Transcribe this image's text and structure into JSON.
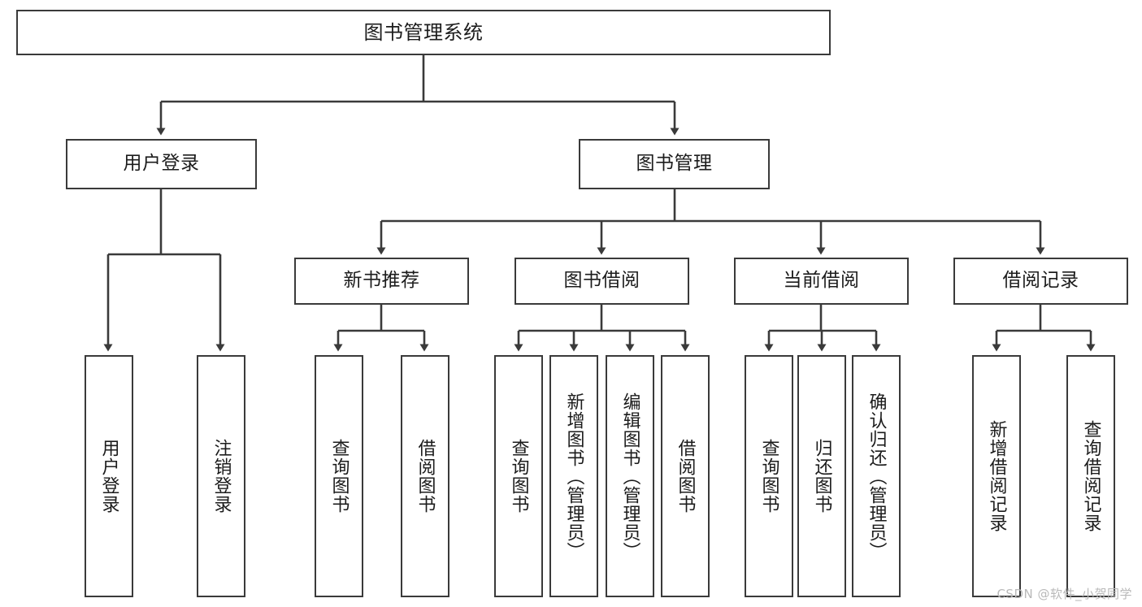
{
  "diagram": {
    "title": "图书管理系统",
    "watermark": "CSDN @软件_小贺同学",
    "colors": {
      "border": "#3a3a3a",
      "connector": "#3a3a3a",
      "background": "#ffffff",
      "text": "#1c1c1c",
      "watermark": "#b9b9b9"
    },
    "root": {
      "label": "图书管理系统"
    },
    "level2": [
      {
        "label": "用户登录"
      },
      {
        "label": "图书管理"
      }
    ],
    "level3": [
      {
        "label": "新书推荐"
      },
      {
        "label": "图书借阅"
      },
      {
        "label": "当前借阅"
      },
      {
        "label": "借阅记录"
      }
    ],
    "leaves": {
      "user_login": [
        {
          "label": "用户登录"
        },
        {
          "label": "注销登录"
        }
      ],
      "new_book_recommend": [
        {
          "label": "查询图书"
        },
        {
          "label": "借阅图书"
        }
      ],
      "book_borrow": [
        {
          "label": "查询图书"
        },
        {
          "label": "新增图书（管理员）"
        },
        {
          "label": "编辑图书（管理员）"
        },
        {
          "label": "借阅图书"
        }
      ],
      "current_borrow": [
        {
          "label": "查询图书"
        },
        {
          "label": "归还图书"
        },
        {
          "label": "确认归还（管理员）"
        }
      ],
      "borrow_record": [
        {
          "label": "新增借阅记录"
        },
        {
          "label": "查询借阅记录"
        }
      ]
    }
  }
}
